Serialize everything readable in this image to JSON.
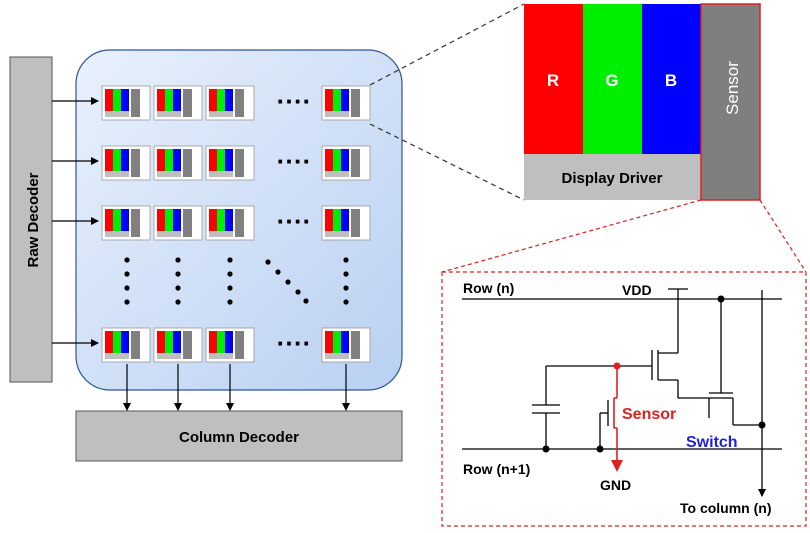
{
  "labels": {
    "raw_decoder": "Raw Decoder",
    "column_decoder": "Column Decoder",
    "r": "R",
    "g": "G",
    "b": "B",
    "sensor_block": "Sensor",
    "display_driver": "Display Driver",
    "row_n": "Row (n)",
    "row_n1": "Row (n+1)",
    "vdd": "VDD",
    "gnd": "GND",
    "sensor_circuit": "Sensor",
    "switch": "Switch",
    "to_column": "To column (n)",
    "ellipsis": "····"
  },
  "colors": {
    "red": "#ff0000",
    "green": "#00ee00",
    "blue": "#0000ff",
    "gray_block": "#bfbfbf",
    "dark_gray": "#808080",
    "panel_fill": "#cfe0f8",
    "panel_stroke": "#2f5597",
    "dashed_red": "#e02020",
    "switch_text": "#2020e0"
  },
  "icons": {
    "pixel": "rgb-pixel-icon",
    "arrow": "arrow-icon"
  }
}
